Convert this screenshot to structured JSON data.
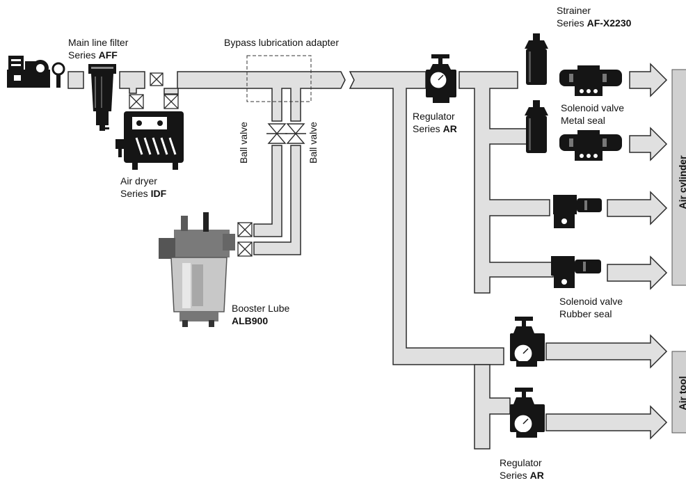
{
  "labels": {
    "main_filter_line1": "Main line filter",
    "main_filter_series_prefix": "Series ",
    "main_filter_series": "AFF",
    "bypass": "Bypass lubrication adapter",
    "strainer_line1": "Strainer",
    "strainer_series_prefix": "Series ",
    "strainer_series": "AF-X2230",
    "regulator_top_line1": "Regulator",
    "regulator_top_series_prefix": "Series ",
    "regulator_top_series": "AR",
    "solenoid_metal_line1": "Solenoid valve",
    "solenoid_metal_line2": "Metal seal",
    "air_dryer_line1": "Air dryer",
    "air_dryer_series_prefix": "Series ",
    "air_dryer_series": "IDF",
    "ball_valve_left": "Ball valve",
    "ball_valve_right": "Ball valve",
    "booster_line1": "Booster Lube",
    "booster_model": "ALB900",
    "solenoid_rubber_line1": "Solenoid valve",
    "solenoid_rubber_line2": "Rubber seal",
    "regulator_bottom_line1": "Regulator",
    "regulator_bottom_series_prefix": "Series ",
    "regulator_bottom_series": "AR",
    "air_cylinder": "Air cylinder",
    "air_tool": "Air tool"
  },
  "icons": [
    "compressor-icon",
    "filter-icon",
    "air-dryer-icon",
    "booster-lube-icon",
    "regulator-icon",
    "strainer-icon",
    "solenoid-valve-icon",
    "ball-valve-icon",
    "check-valve-icon",
    "arrow-icon"
  ],
  "colors": {
    "pipe_fill": "#e0e0e0",
    "outline": "#2a2a2a",
    "device": "#151515",
    "target_bar": "#d0d0d0"
  }
}
